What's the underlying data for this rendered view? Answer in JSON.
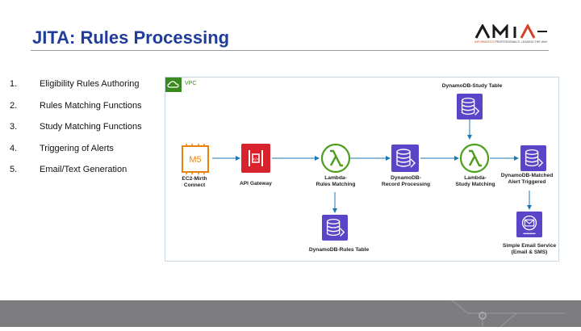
{
  "slide": {
    "title": "JITA: Rules Processing"
  },
  "logo": {
    "wordmark": "AMIA",
    "tag_highlight": "INFORMATICS",
    "tag_rest": " PROFESSIONALS. LEADING THE WAY."
  },
  "list": [
    {
      "num": "1.",
      "text": "Eligibility Rules Authoring"
    },
    {
      "num": "2.",
      "text": "Rules Matching Functions"
    },
    {
      "num": "3.",
      "text": "Study Matching Functions"
    },
    {
      "num": "4.",
      "text": "Triggering of Alerts"
    },
    {
      "num": "5.",
      "text": "Email/Text Generation"
    }
  ],
  "diagram": {
    "vpc_label": "VPC",
    "nodes": {
      "ec2": {
        "icon_text": "M5",
        "label": "EC2-Mirth\nConnect"
      },
      "api": {
        "label": "API Gateway"
      },
      "lambda_rules": {
        "label": "Lambda-\nRules Matching"
      },
      "dynamo_record": {
        "label": "DynamoDB-\nRecord Processing"
      },
      "lambda_study": {
        "label": "Lambda-\nStudy Matching"
      },
      "dynamo_matched": {
        "label": "DynamoDB-Matched\nAlert Triggered"
      },
      "dynamo_study": {
        "label": "DynamoDB-Study Table"
      },
      "dynamo_rules": {
        "label": "DynamoDB-Rules Table"
      },
      "ses": {
        "label": "Simple Email Service\n(Email & SMS)"
      }
    }
  },
  "colors": {
    "title": "#1f3d99",
    "ec2": "#e8830b",
    "api": "#d6232c",
    "lambda": "#4c9e1c",
    "dynamo": "#5a45c9",
    "arrow": "#1f77b4",
    "footer": "#7d7d80"
  }
}
